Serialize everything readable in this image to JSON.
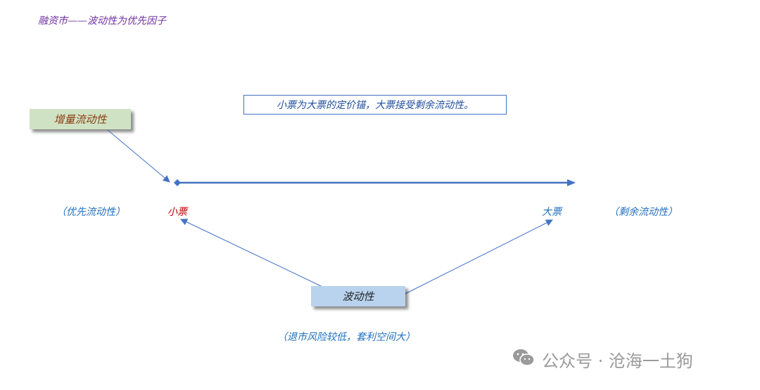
{
  "title": "融资市——波动性为优先因子",
  "callout": "小票为大票的定价锚，大票接受剩余流动性。",
  "boxes": {
    "increment": "增量流动性",
    "volatility": "波动性"
  },
  "labels": {
    "small_cap": "小票",
    "large_cap": "大票",
    "priority_liquidity": "（优先流动性）",
    "residual_liquidity": "（剩余流动性）",
    "volatility_note": "（退市风险较低，套利空间大）"
  },
  "watermark": {
    "text": "公众号 · 沧海一土狗",
    "icon": "wechat-icon"
  },
  "colors": {
    "arrow": "#4472c4",
    "title": "#7030a0",
    "blue_text": "#1f6fbf",
    "red_text": "#c00000"
  }
}
